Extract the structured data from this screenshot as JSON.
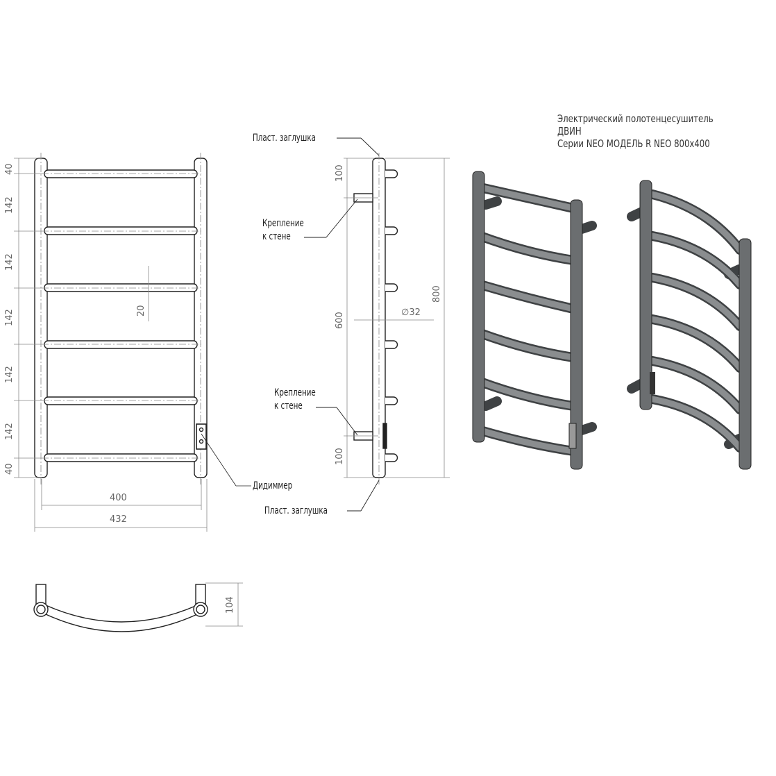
{
  "title": {
    "line1": "Электрический полотенцесушитель ДВИН",
    "line2": "Серии NEO МОДЕЛЬ R NEO 800x400"
  },
  "front_view": {
    "dims_vertical": [
      "40",
      "142",
      "142",
      "142",
      "142",
      "142",
      "40"
    ],
    "rail_diameter": "20",
    "width_inner": "400",
    "width_total": "432",
    "dimmer_label": "Дидиммер"
  },
  "side_view": {
    "top_cap_label": "Пласт. заглушка",
    "bottom_cap_label": "Пласт. заглушка",
    "mount_top_label_1": "Крепление",
    "mount_top_label_2": "к стене",
    "mount_bottom_label_1": "Крепление",
    "mount_bottom_label_2": "к стене",
    "dim_top": "100",
    "dim_middle": "600",
    "dim_bottom": "100",
    "dim_total": "800",
    "tube_diameter": "∅32"
  },
  "top_view": {
    "depth": "104"
  },
  "colors": {
    "line": "#222222",
    "dim": "#888888",
    "render": "#6b6e70"
  }
}
